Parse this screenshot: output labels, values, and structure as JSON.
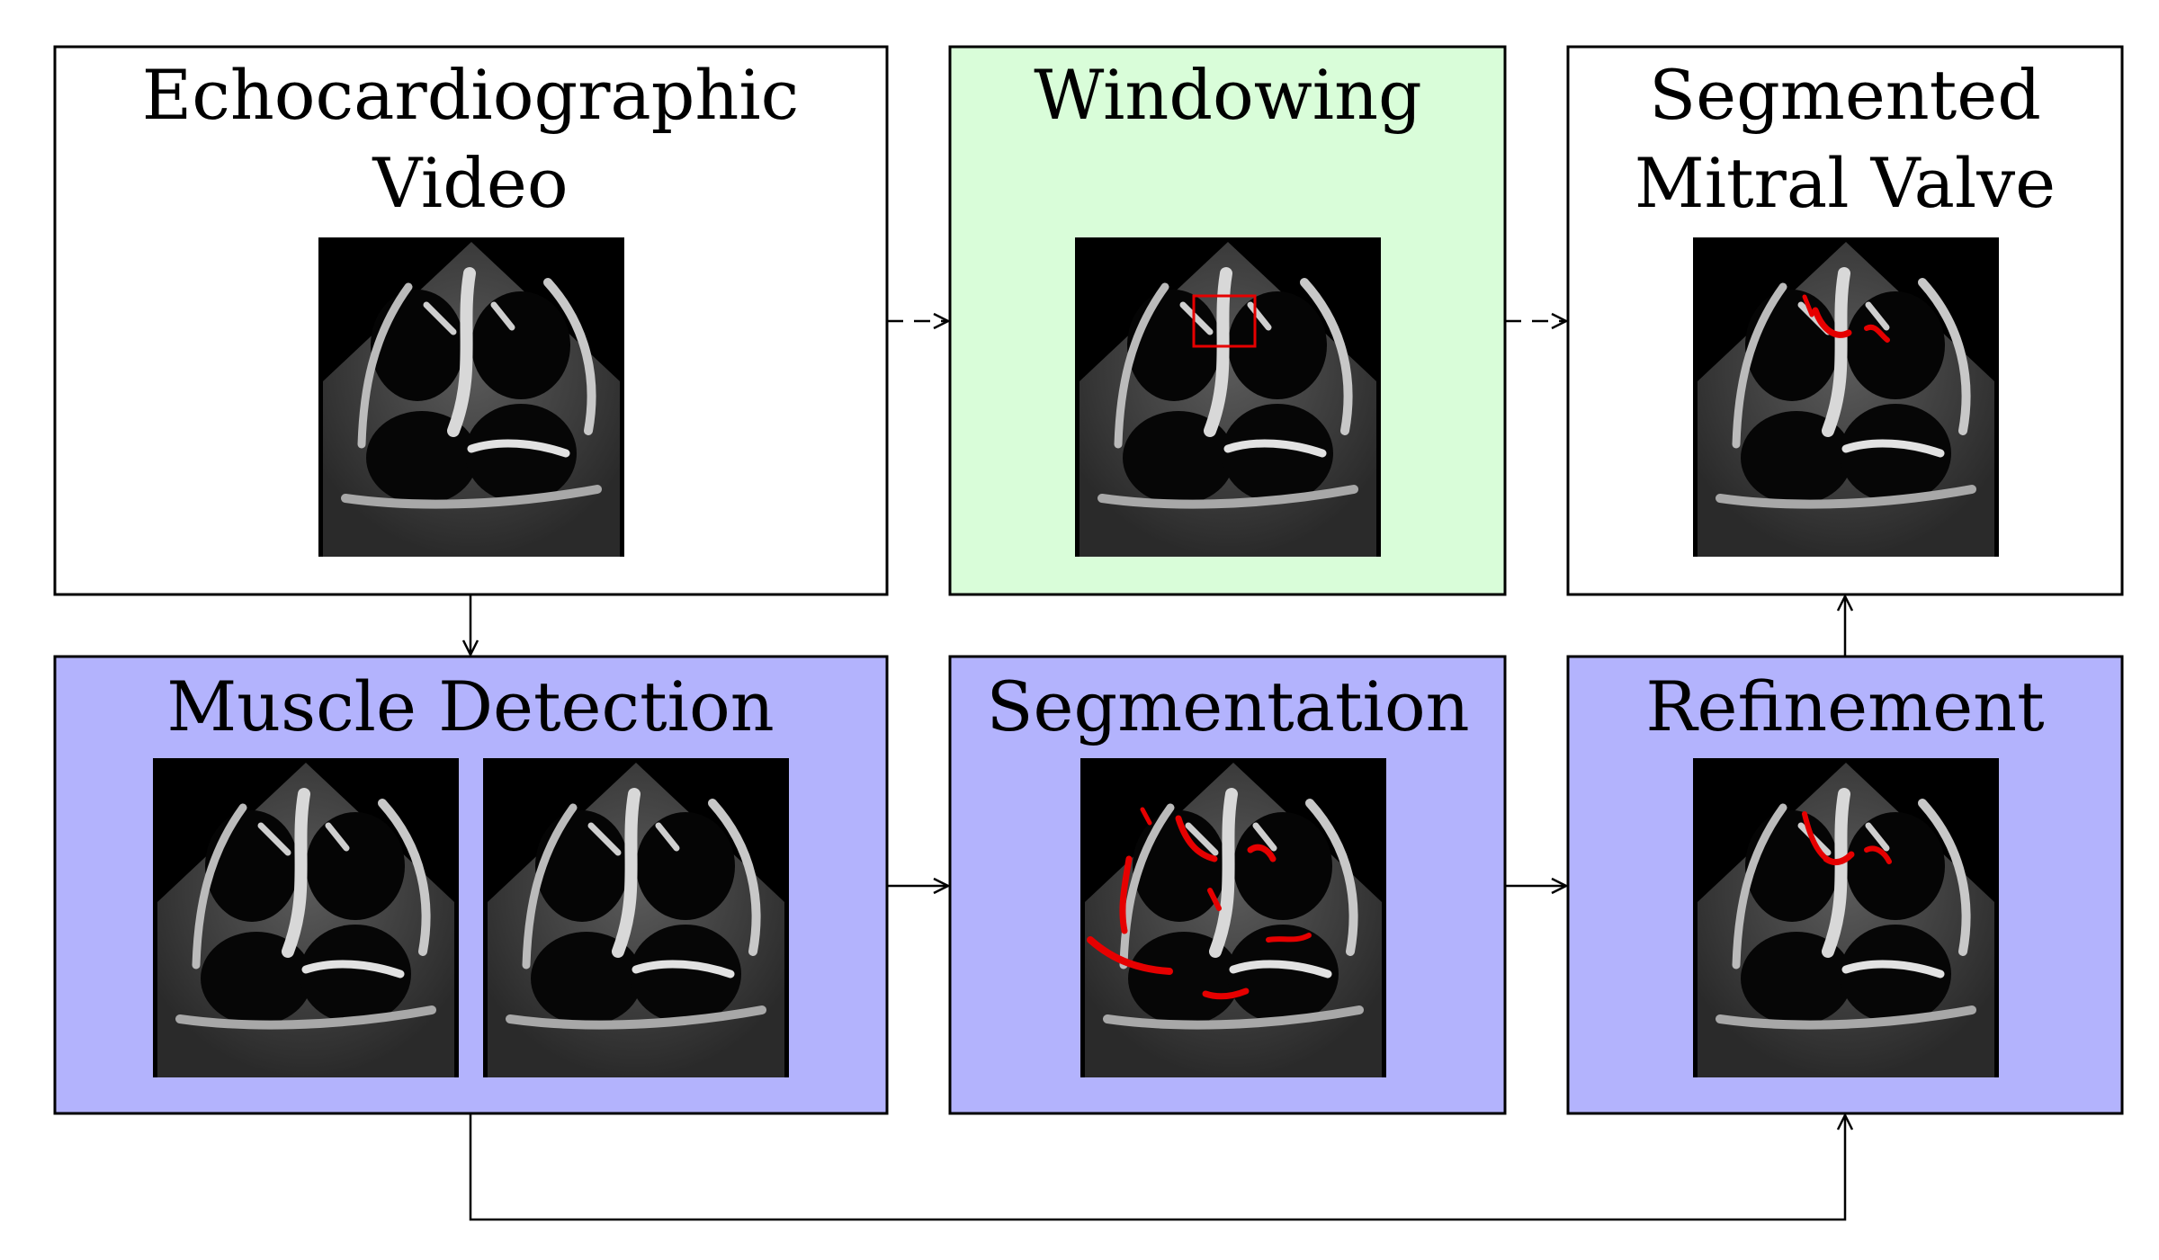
{
  "colors": {
    "border": "#000000",
    "white_box": "#ffffff",
    "windowing_box": "#d9fdd9",
    "process_box": "#b3b3fd",
    "highlight": "#e60000"
  },
  "boxes": {
    "video": {
      "title_lines": [
        "Echocardiographic",
        "Video"
      ]
    },
    "windowing": {
      "title_lines": [
        "Windowing"
      ]
    },
    "output": {
      "title_lines": [
        "Segmented",
        "Mitral Valve"
      ]
    },
    "muscle": {
      "title_lines": [
        "Muscle Detection"
      ]
    },
    "segmentation": {
      "title_lines": [
        "Segmentation"
      ]
    },
    "refinement": {
      "title_lines": [
        "Refinement"
      ]
    }
  },
  "arrows": [
    {
      "from": "video",
      "to": "windowing",
      "style": "dashed"
    },
    {
      "from": "windowing",
      "to": "output",
      "style": "dashed"
    },
    {
      "from": "video",
      "to": "muscle",
      "style": "solid"
    },
    {
      "from": "muscle",
      "to": "segmentation",
      "style": "solid"
    },
    {
      "from": "segmentation",
      "to": "refinement",
      "style": "solid"
    },
    {
      "from": "refinement",
      "to": "output",
      "style": "solid"
    },
    {
      "from": "muscle",
      "to": "refinement",
      "style": "solid"
    }
  ]
}
